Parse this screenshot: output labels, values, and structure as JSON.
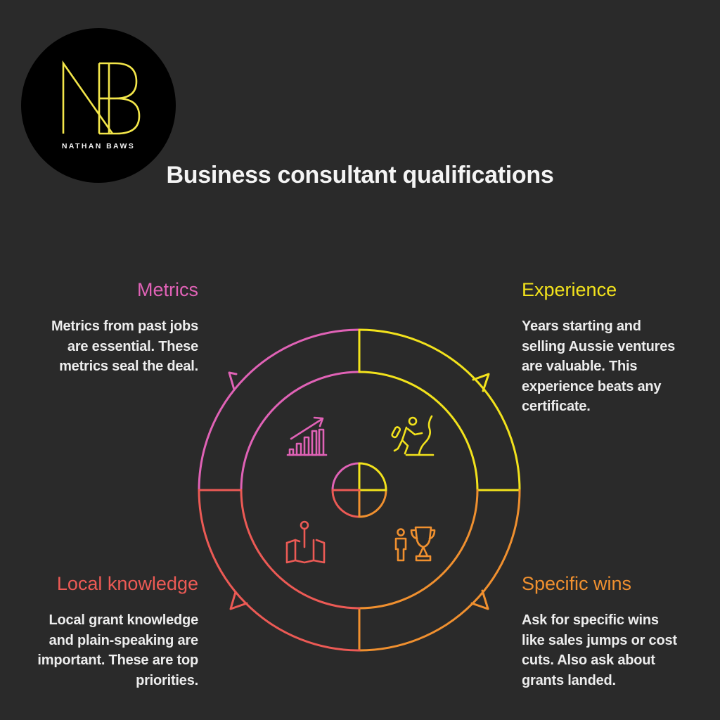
{
  "logo": {
    "monogram": "NB",
    "name": "NATHAN BAWS",
    "color": "#f3e64a"
  },
  "title": "Business consultant qualifications",
  "colors": {
    "background": "#2a2a2a",
    "metrics": "#e062b6",
    "experience": "#f2e21c",
    "specific_wins": "#f0902f",
    "local_knowledge": "#ec5a55",
    "body_text": "#ededed"
  },
  "sections": {
    "metrics": {
      "heading": "Metrics",
      "body": "Metrics from past jobs are essential. These metrics seal the deal.",
      "lines": [
        "Metrics from past jobs",
        "are essential. These",
        "metrics seal the deal."
      ],
      "icon": "growth-chart-icon"
    },
    "experience": {
      "heading": "Experience",
      "body": "Years starting and selling Aussie ventures are valuable. This experience beats any certificate.",
      "lines": [
        "Years starting and",
        "selling Aussie ventures",
        "are valuable. This",
        "experience beats any",
        "certificate."
      ],
      "icon": "climber-icon"
    },
    "local_knowledge": {
      "heading": "Local knowledge",
      "body": "Local grant knowledge and plain-speaking are important. These are top priorities.",
      "lines": [
        "Local grant knowledge",
        "and plain-speaking are",
        "important. These are top",
        "priorities."
      ],
      "icon": "map-pin-icon"
    },
    "specific_wins": {
      "heading": "Specific wins",
      "body": "Ask for specific wins like sales jumps or cost cuts. Also ask about grants landed.",
      "lines": [
        "Ask for specific wins",
        "like sales jumps or cost",
        "cuts. Also ask about",
        "grants landed."
      ],
      "icon": "person-trophy-icon"
    }
  }
}
